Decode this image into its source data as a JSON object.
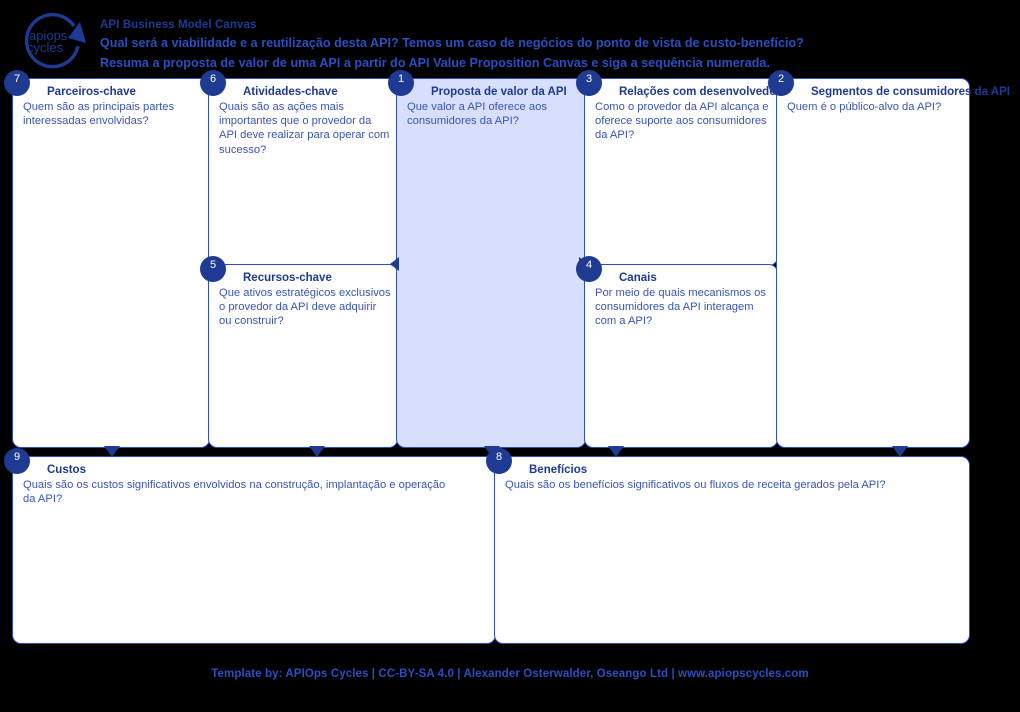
{
  "header": {
    "logo_alt": "apiops cycles",
    "logo_line1": "apiops",
    "logo_line2": "cycles",
    "title": "API Business Model Canvas",
    "subtitle_1": "Qual será a viabilidade e a reutilização desta API? Temos um caso de negócios do ponto de vista de custo-benefício?",
    "subtitle_2": "Resuma a proposta de valor de uma API a partir do API Value Proposition Canvas e siga a sequência numerada."
  },
  "panels": [
    {
      "id": "parceiros-chave",
      "number": "7",
      "title": "Parceiros-chave",
      "description": "Quem são as principais partes interessadas envolvidas?"
    },
    {
      "id": "atividades-chave",
      "number": "6",
      "title": "Atividades-chave",
      "description": "Quais são as ações mais importantes que o provedor da API deve realizar para operar com sucesso?"
    },
    {
      "id": "recursos-chave",
      "number": "5",
      "title": "Recursos-chave",
      "description": "Que ativos estratégicos exclusivos o provedor da API deve adquirir ou construir?"
    },
    {
      "id": "proposta-de-valor-da-api",
      "number": "1",
      "title": "Proposta de valor da API",
      "description": "Que valor a API oferece aos consumidores da API?"
    },
    {
      "id": "relacoes-com-desenvolvedores",
      "number": "3",
      "title": "Relações com desenvolvedores",
      "description": "Como o provedor da API alcança e oferece suporte aos consumidores da API?"
    },
    {
      "id": "canais",
      "number": "4",
      "title": "Canais",
      "description": "Por meio de quais mecanismos os consumidores da API interagem com a API?"
    },
    {
      "id": "segmentos-de-consumidores-da-api",
      "number": "2",
      "title": "Segmentos de consumidores da API",
      "description": "Quem é o público-alvo da API?"
    },
    {
      "id": "custos",
      "number": "9",
      "title": "Custos",
      "description": "Quais são os custos significativos envolvidos na construção, implantação e operação da API?"
    },
    {
      "id": "beneficios",
      "number": "8",
      "title": "Benefícios",
      "description": "Quais são os benefícios significativos ou fluxos de receita gerados pela API?"
    }
  ],
  "footer": {
    "text": "Template by: APIOps Cycles | CC-BY-SA 4.0 | Alexander Osterwalder, Oseango Ltd | www.apiopscycles.com"
  },
  "colors": {
    "brand_navy": "#1f3a93",
    "brand_blue": "#2b4ec0",
    "center_fill": "#d7dffc",
    "text_blue": "#3a55b8",
    "background": "#000000",
    "panel_fill": "#ffffff"
  }
}
